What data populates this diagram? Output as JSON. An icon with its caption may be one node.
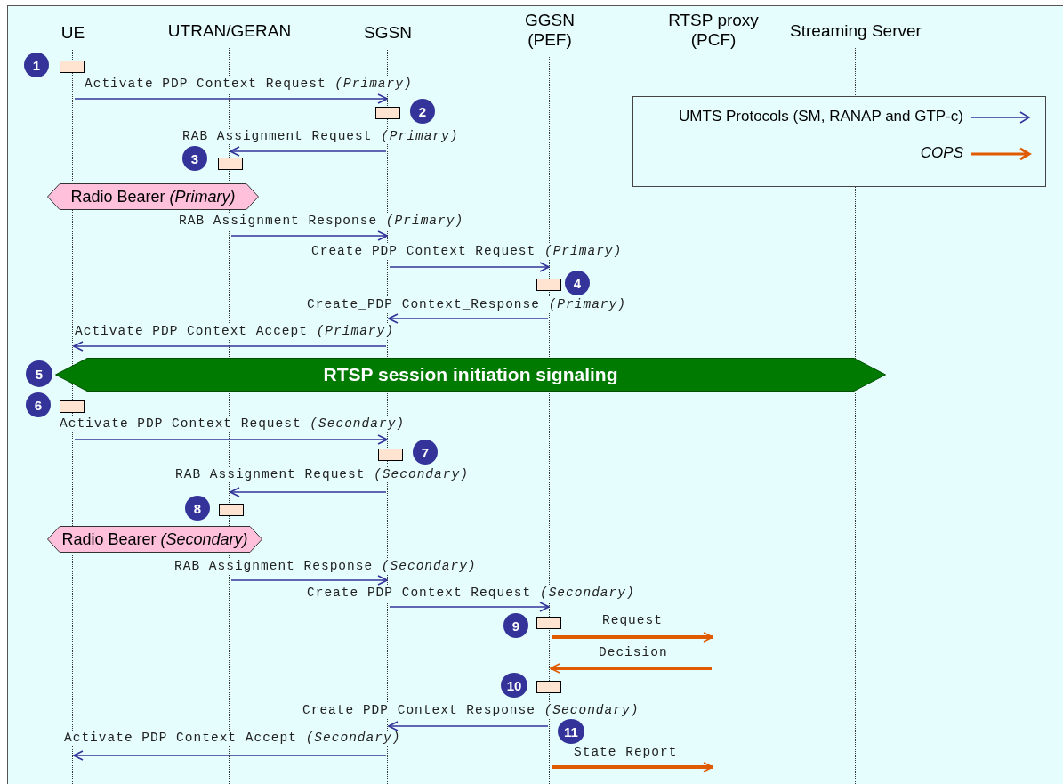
{
  "diagram": {
    "nodes": [
      {
        "text": [
          "UE"
        ]
      },
      {
        "text": [
          "UTRAN/GERAN"
        ]
      },
      {
        "text": [
          "SGSN"
        ]
      },
      {
        "text": [
          "GGSN (PEF)"
        ]
      },
      {
        "text": [
          "RTSP proxy (PCF)"
        ]
      },
      {
        "text": [
          "Streaming Server"
        ]
      },
      {
        "text": [
          "1"
        ]
      },
      {
        "text": [],
        "shape": "box"
      },
      {
        "text": [],
        "shape": "box"
      },
      {
        "text": [
          "2"
        ]
      },
      {
        "text": [
          "3"
        ]
      },
      {
        "text": [],
        "shape": "box"
      },
      {
        "text": [
          "Radio Bearer *(Primary)*"
        ]
      },
      {
        "text": [],
        "shape": "box"
      },
      {
        "text": [
          "4"
        ]
      },
      {
        "text": [
          "5"
        ]
      },
      {
        "text": [
          "RTSP session initiation signaling"
        ]
      },
      {
        "text": [
          "6"
        ]
      },
      {
        "text": [],
        "shape": "box"
      },
      {
        "text": [],
        "shape": "box"
      },
      {
        "text": [
          "7"
        ]
      },
      {
        "text": [
          "8"
        ]
      },
      {
        "text": [],
        "shape": "box"
      },
      {
        "text": [
          "Radio Bearer *(Secondary)*"
        ]
      },
      {
        "text": [
          "9"
        ]
      },
      {
        "text": [],
        "shape": "box"
      },
      {
        "text": [
          "10"
        ]
      },
      {
        "text": [],
        "shape": "box"
      },
      {
        "text": [
          "11"
        ]
      }
    ],
    "edges": [
      {
        "from": 0,
        "to": 2,
        "arrow": "to",
        "label": "Activate PDP Context Request *(Primary)*"
      },
      {
        "from": 2,
        "to": 1,
        "arrow": "to",
        "label": "RAB Assignment Request *(Primary)*"
      },
      {
        "from": 1,
        "to": 2,
        "arrow": "to",
        "label": "RAB Assignment Response *(Primary)*"
      },
      {
        "from": 2,
        "to": 3,
        "arrow": "to",
        "label": "Create PDP Context Request *(Primary)*"
      },
      {
        "from": 3,
        "to": 2,
        "arrow": "to",
        "label": "Create_PDP Context_Response *(Primary)*"
      },
      {
        "from": 2,
        "to": 0,
        "arrow": "to",
        "label": "Activate PDP Context Accept *(Primary)*"
      },
      {
        "from": 0,
        "to": 2,
        "arrow": "to",
        "label": "Activate PDP Context Request *(Secondary)*"
      },
      {
        "from": 2,
        "to": 1,
        "arrow": "to",
        "label": "RAB Assignment Request *(Secondary)*"
      },
      {
        "from": 1,
        "to": 2,
        "arrow": "to",
        "label": "RAB Assignment Response *(Secondary)*"
      },
      {
        "from": 2,
        "to": 3,
        "arrow": "to",
        "label": "Create PDP Context Request *(Secondary)*"
      },
      {
        "from": 3,
        "to": 4,
        "arrow": "to",
        "label": "Request",
        "style": "thick",
        "color": "#e05a00"
      },
      {
        "from": 4,
        "to": 3,
        "arrow": "to",
        "label": "Decision",
        "style": "thick",
        "color": "#e05a00"
      },
      {
        "from": 3,
        "to": 2,
        "arrow": "to",
        "label": "Create PDP Context Response *(Secondary)*"
      },
      {
        "from": 2,
        "to": 0,
        "arrow": "to",
        "label": "Activate PDP Context Accept *(Secondary)*"
      },
      {
        "from": 3,
        "to": 4,
        "arrow": "to",
        "label": "State Report",
        "style": "thick",
        "color": "#e05a00"
      }
    ],
    "legend": [
      {
        "text": "UMTS Protocols (SM, RANAP and GTP-c)"
      },
      {
        "text": "COPS"
      }
    ]
  }
}
